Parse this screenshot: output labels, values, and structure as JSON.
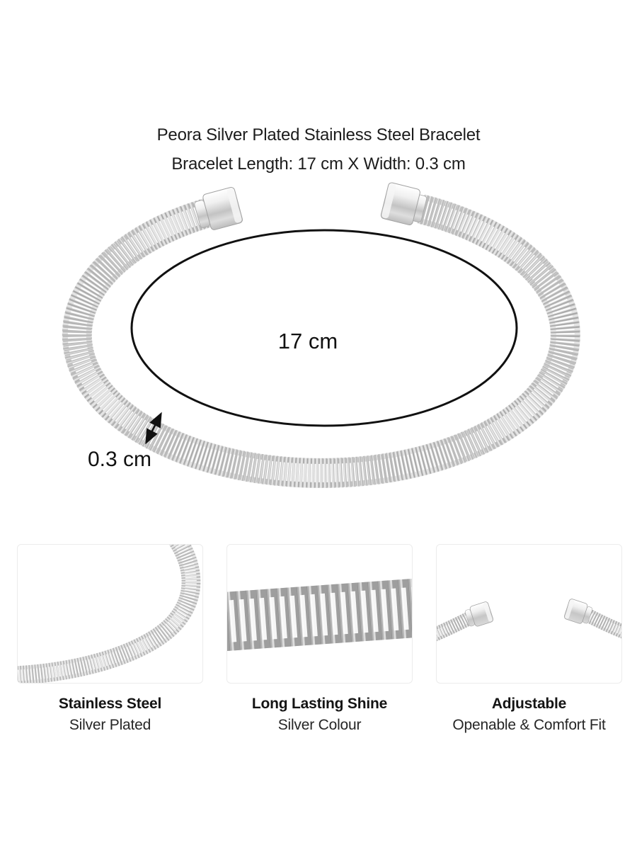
{
  "title": {
    "line1": "Peora Silver Plated Stainless Steel Bracelet",
    "line2": "Bracelet Length: 17 cm X Width: 0.3 cm"
  },
  "hero": {
    "length_label": "17 cm",
    "width_label": "0.3 cm",
    "subject": "silver-plated open cuff coiled-wire bracelet with two cylindrical end caps",
    "dimension_ellipse": "inner circumference indicator 17 cm",
    "width_arrow": "double-headed arrow across band showing 0.3 cm width"
  },
  "features": [
    {
      "title": "Stainless Steel",
      "subtitle": "Silver Plated",
      "image": "bracelet-curve-photo"
    },
    {
      "title": "Long Lasting Shine",
      "subtitle": "Silver Colour",
      "image": "coil-texture-closeup-photo"
    },
    {
      "title": "Adjustable",
      "subtitle": "Openable & Comfort Fit",
      "image": "open-ends-with-caps-photo"
    }
  ],
  "colors": {
    "background": "#ffffff",
    "text": "#1c1c1c",
    "annotation": "#111111",
    "metal_base": "#e4e4e4",
    "metal_coil_shadow": "#b0b0b0",
    "metal_highlight": "#ffffff",
    "panel_border": "#ececec"
  }
}
